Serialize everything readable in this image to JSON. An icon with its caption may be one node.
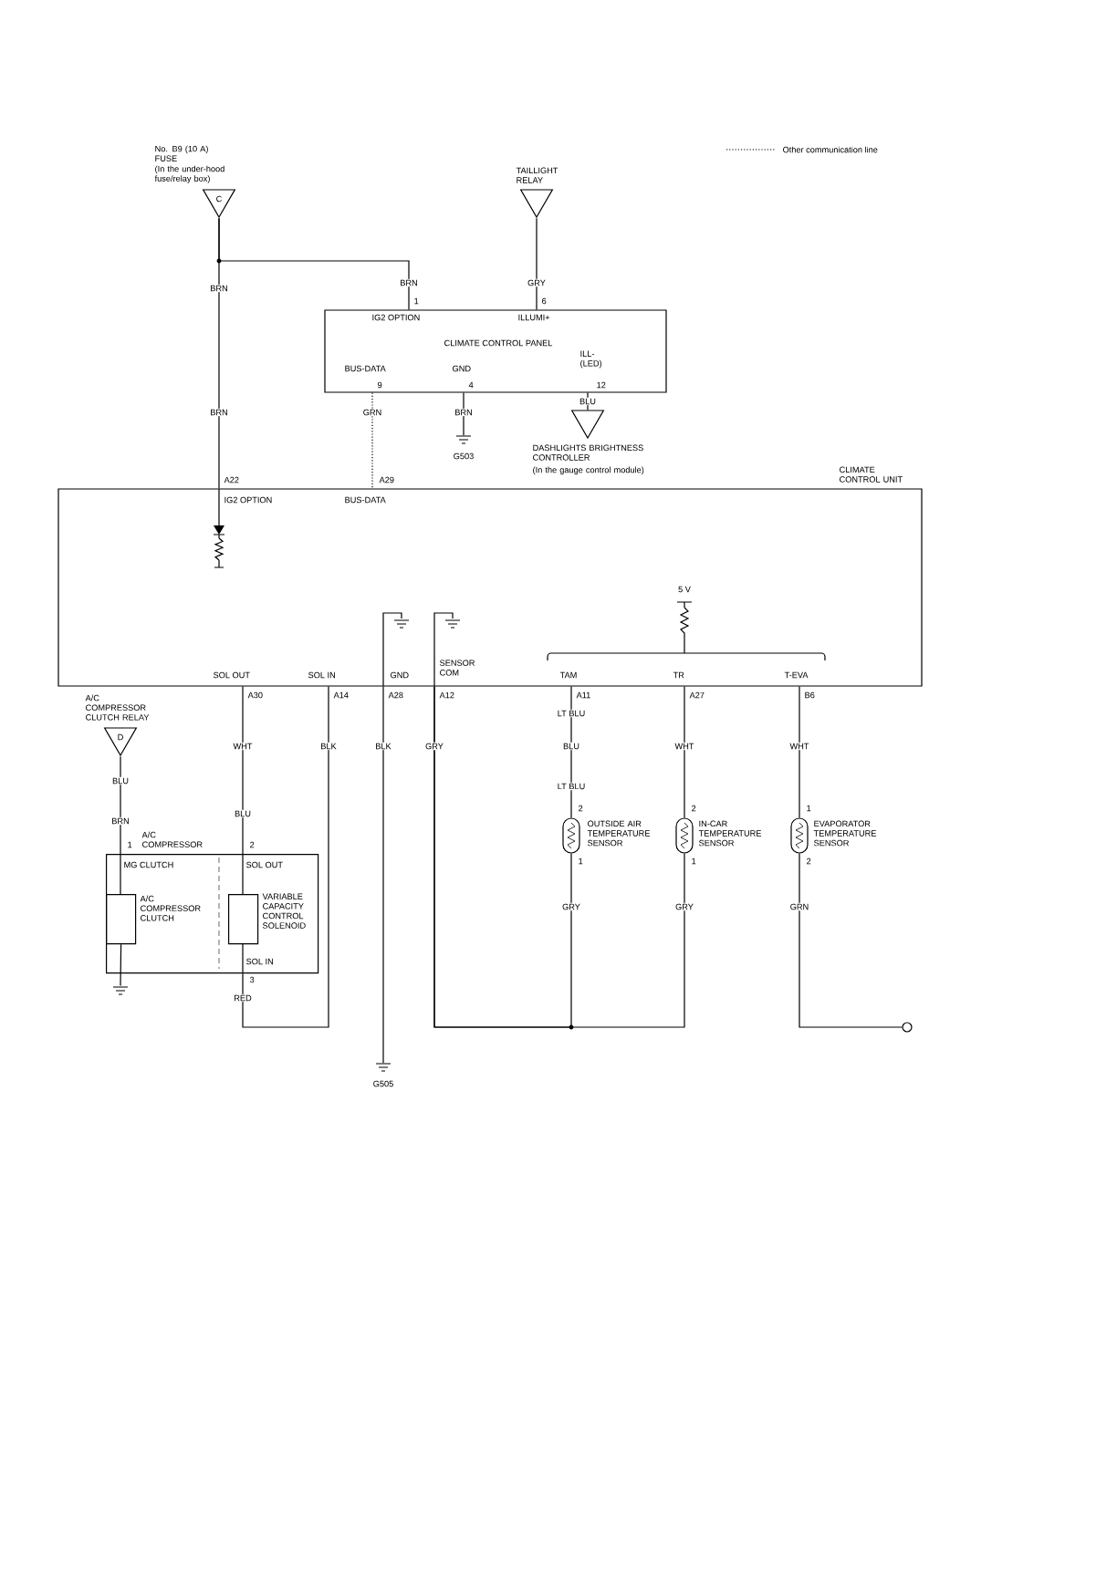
{
  "diagram": {
    "nodes": [
      {
        "text": [
          "No. B9 (10 A) FUSE",
          "(In the under-hood fuse/relay box)",
          "C"
        ]
      },
      {
        "text": [
          "TAILLIGHT RELAY"
        ]
      },
      {
        "text": [
          "IG2 OPTION",
          "ILLUMI+",
          "CLIMATE CONTROL PANEL",
          "BUS-DATA",
          "GND",
          "ILL- (LED)"
        ]
      },
      {
        "text": [
          "G503"
        ]
      },
      {
        "text": [
          "DASHLIGHTS BRIGHTNESS CONTROLLER",
          "(In the gauge control module)"
        ]
      },
      {
        "text": [
          "CLIMATE CONTROL UNIT",
          "IG2 OPTION",
          "BUS-DATA",
          "SOL OUT",
          "SOL IN",
          "GND",
          "SENSOR COM",
          "TAM",
          "TR",
          "T-EVA"
        ]
      },
      {
        "text": [
          "A/C COMPRESSOR CLUTCH RELAY",
          "D"
        ]
      },
      {
        "text": [
          "A/C COMPRESSOR",
          "MG CLUTCH",
          "SOL OUT",
          "SOL IN"
        ]
      },
      {
        "text": [
          "A/C COMPRESSOR CLUTCH"
        ],
        "in": 7
      },
      {
        "text": [
          "VARIABLE CAPACITY CONTROL SOLENOID"
        ],
        "in": 7
      },
      {
        "text": [],
        "shape": "ground"
      },
      {
        "text": [
          "G505"
        ]
      },
      {
        "text": [
          "OUTSIDE AIR TEMPERATURE SENSOR"
        ]
      },
      {
        "text": [
          "IN-CAR TEMPERATURE SENSOR"
        ]
      },
      {
        "text": [
          "EVAPORATOR TEMPERATURE SENSOR"
        ]
      },
      {
        "text": [],
        "shape": "circle"
      }
    ],
    "edges": [
      {
        "from": 0,
        "to": 5,
        "arrow": "none"
      },
      {
        "from": 0,
        "to": 2,
        "arrow": "none"
      },
      {
        "from": 1,
        "to": 2,
        "arrow": "none"
      },
      {
        "from": 2,
        "to": 3,
        "arrow": "none"
      },
      {
        "from": 2,
        "to": 4,
        "arrow": "none"
      },
      {
        "from": 2,
        "to": 5,
        "arrow": "none",
        "style": "dashed"
      },
      {
        "from": 6,
        "to": 7,
        "arrow": "none"
      },
      {
        "from": 5,
        "to": 7,
        "arrow": "none"
      },
      {
        "from": 5,
        "to": 7,
        "arrow": "none"
      },
      {
        "from": 5,
        "to": 11,
        "arrow": "none"
      },
      {
        "from": 12,
        "to": 5,
        "arrow": "none"
      },
      {
        "from": 13,
        "to": 5,
        "arrow": "none"
      },
      {
        "from": 5,
        "to": 12,
        "arrow": "none"
      },
      {
        "from": 5,
        "to": 13,
        "arrow": "none"
      },
      {
        "from": 5,
        "to": 14,
        "arrow": "none"
      },
      {
        "from": 14,
        "to": 15,
        "arrow": "none"
      },
      {
        "from": 8,
        "to": 10,
        "arrow": "none"
      }
    ],
    "labels": [
      "BRN",
      "BRN",
      "1",
      "GRY",
      "6",
      "9",
      "4",
      "12",
      "GRN",
      "BRN",
      "BLU",
      "BRN",
      "A22",
      "A29",
      "5 V",
      "A30",
      "A14",
      "A28",
      "A12",
      "A11",
      "A27",
      "B6",
      "LT BLU",
      "WHT",
      "BLK",
      "BLK",
      "GRY",
      "BLU",
      "WHT",
      "WHT",
      "LT BLU",
      "BLU",
      "BRN",
      "BLU",
      "1",
      "2",
      "3",
      "RED",
      "2",
      "1",
      "2",
      "1",
      "1",
      "2",
      "GRY",
      "GRY",
      "GRN"
    ],
    "legend": [
      {
        "text": "Other communication line"
      }
    ]
  }
}
